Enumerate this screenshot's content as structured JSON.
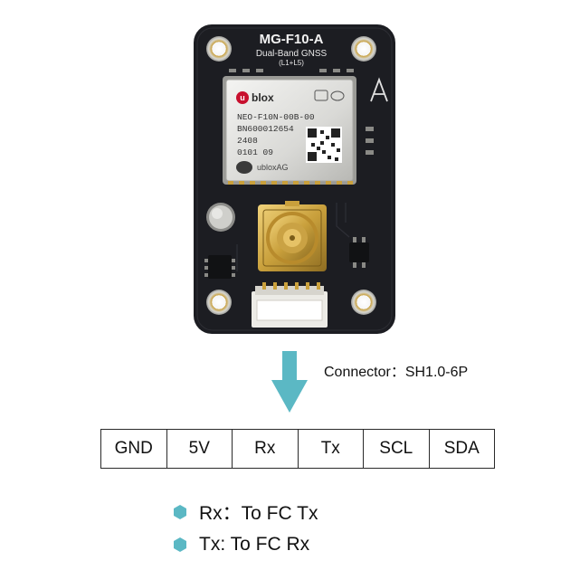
{
  "board": {
    "model": "MG-F10-A",
    "subtitle_line1": "Dual-Band GNSS",
    "subtitle_line2": "(L1+L5)",
    "chip": {
      "brand": "blox",
      "line1": "NEO-F10N-00B-00",
      "line2": "BN600012654",
      "line3": "2408",
      "line4": "0101  09",
      "maker": "ubloxAG"
    }
  },
  "connector": {
    "label": "Connector：SH1.0-6P"
  },
  "pins": [
    "GND",
    "5V",
    "Rx",
    "Tx",
    "SCL",
    "SDA"
  ],
  "legend": [
    {
      "text": "Rx：To FC Tx"
    },
    {
      "text": "Tx: To FC Rx"
    }
  ],
  "colors": {
    "accent": "#5bb8c4",
    "board": "#1c1d22",
    "gold": "#c9a03c",
    "text": "#111111"
  }
}
